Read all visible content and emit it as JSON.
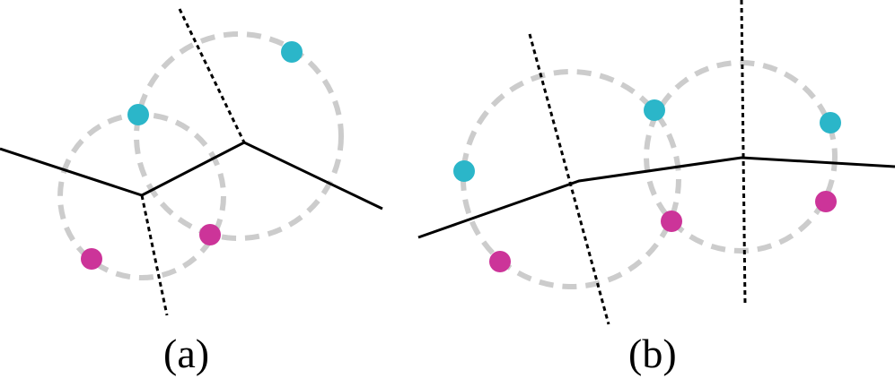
{
  "colors": {
    "cyan_point": "#2bb6c9",
    "magenta_point": "#cc3499",
    "circle_stroke": "#cccccc",
    "edge_stroke": "#000000"
  },
  "panels": [
    {
      "id": "a",
      "label": "(a)"
    },
    {
      "id": "b",
      "label": "(b)"
    }
  ]
}
